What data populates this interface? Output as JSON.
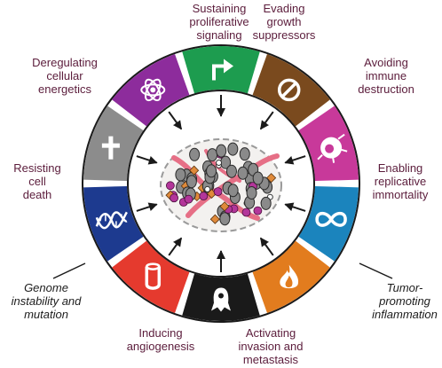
{
  "hallmarks": [
    {
      "id": "sustaining-proliferative-signaling",
      "lines": [
        "Sustaining",
        "proliferative",
        "signaling"
      ],
      "color": "#1d9c4f",
      "icon": "arrow-icon"
    },
    {
      "id": "evading-growth-suppressors",
      "lines": [
        "Evading",
        "growth",
        "suppressors"
      ],
      "color": "#7a4a1e",
      "icon": "prohibition-icon"
    },
    {
      "id": "avoiding-immune-destruction",
      "lines": [
        "Avoiding",
        "immune",
        "destruction"
      ],
      "color": "#c8399a",
      "icon": "immune-cell-icon"
    },
    {
      "id": "enabling-replicative-immortality",
      "lines": [
        "Enabling",
        "replicative",
        "immortality"
      ],
      "color": "#1b84bd",
      "icon": "infinity-icon"
    },
    {
      "id": "tumor-promoting-inflammation",
      "lines": [
        "Tumor-",
        "promoting",
        "inflammation"
      ],
      "color": "#e27c1e",
      "icon": "flame-icon"
    },
    {
      "id": "activating-invasion-and-metastasis",
      "lines": [
        "Activating",
        "invasion and",
        "metastasis"
      ],
      "color": "#1a1a1a",
      "icon": "migrating-cell-icon"
    },
    {
      "id": "inducing-angiogenesis",
      "lines": [
        "Inducing",
        "angiogenesis"
      ],
      "color": "#e53a2e",
      "icon": "blood-vessel-icon"
    },
    {
      "id": "genome-instability-and-mutation",
      "lines": [
        "Genome",
        "instability and",
        "mutation"
      ],
      "color": "#1d3a8f",
      "icon": "dna-icon"
    },
    {
      "id": "resisting-cell-death",
      "lines": [
        "Resisting",
        "cell",
        "death"
      ],
      "color": "#8c8c8c",
      "icon": "cross-icon"
    },
    {
      "id": "deregulating-cellular-energetics",
      "lines": [
        "Deregulating",
        "cellular",
        "energetics"
      ],
      "color": "#8d2c9c",
      "icon": "atom-icon"
    }
  ]
}
